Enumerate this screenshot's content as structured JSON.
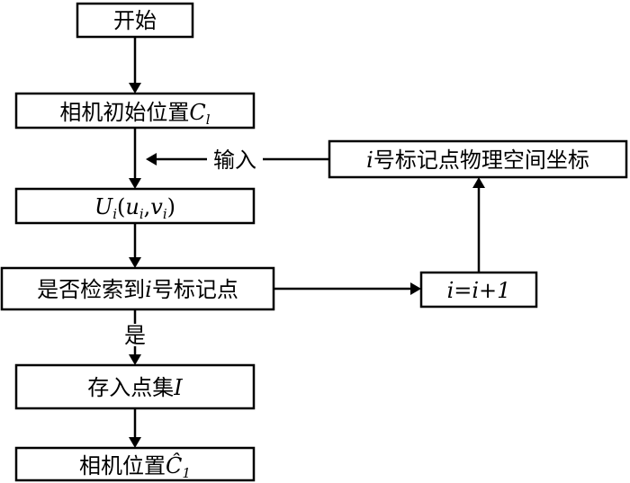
{
  "nodes": {
    "start": "开始",
    "camera_init": {
      "text": "相机初始位置",
      "var": "C",
      "sub": "l"
    },
    "observation": {
      "var": "U",
      "sub": "i",
      "args": [
        "u",
        "v"
      ],
      "arg_sub": "i"
    },
    "decision": {
      "text_before": "是否检索到",
      "var": "i",
      "text_after": "号标记点"
    },
    "store": {
      "text": "存入点集",
      "var": "I"
    },
    "camera_final": {
      "text": "相机位置",
      "var": "Ĉ",
      "sub": "1"
    },
    "increment": {
      "expr": "i=i+1"
    },
    "physical_coord": {
      "var": "i",
      "text": "号标记点物理空间坐标"
    }
  },
  "edges": {
    "input_label": "输入",
    "yes_label": "是"
  }
}
